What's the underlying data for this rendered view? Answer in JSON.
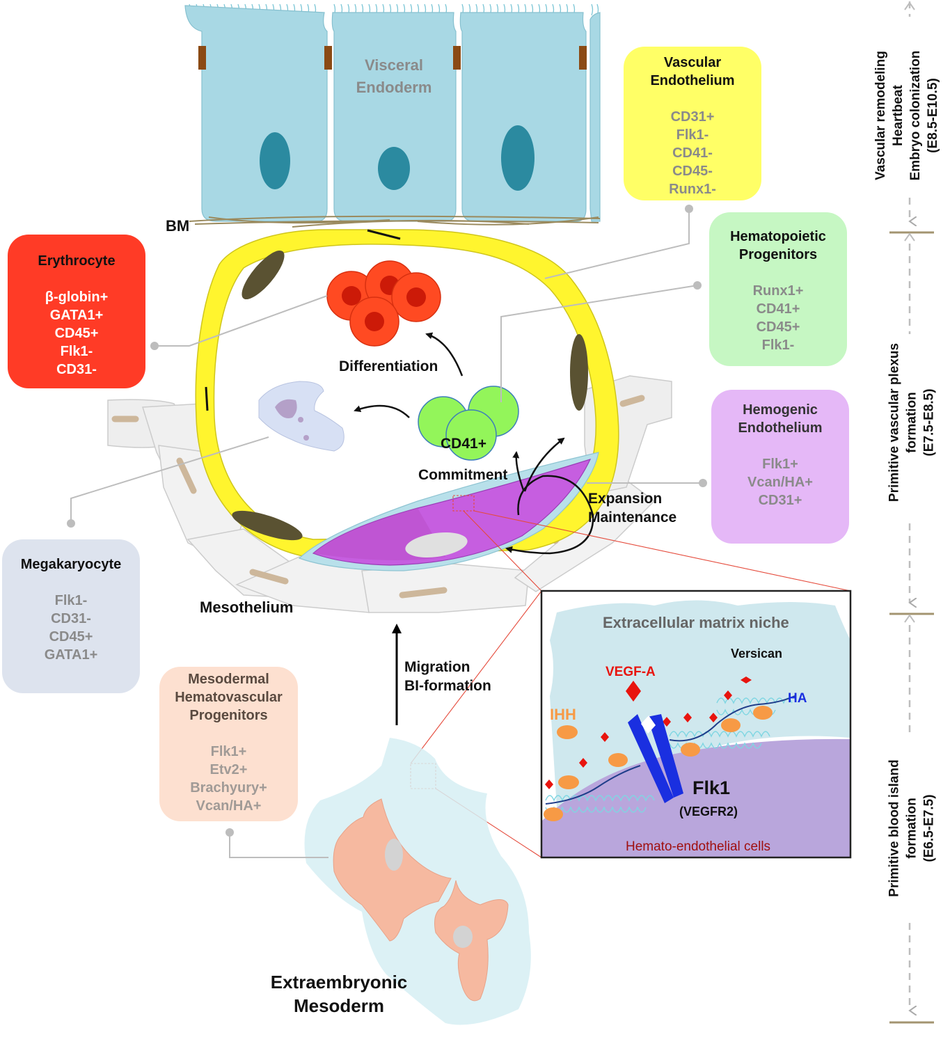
{
  "labels": {
    "visceral_endoderm": [
      "Visceral",
      "Endoderm"
    ],
    "bm": "BM",
    "differentiation": "Differentiation",
    "cd41": "CD41+",
    "commitment": "Commitment",
    "expansion": [
      "Expansion",
      "Maintenance"
    ],
    "mesothelium": "Mesothelium",
    "migration": [
      "Migration",
      "BI-formation"
    ],
    "extraembryonic": [
      "Extraembryonic",
      "Mesoderm"
    ]
  },
  "boxes": {
    "vascular_endothelium": {
      "title": [
        "Vascular",
        "Endothelium"
      ],
      "markers": [
        "CD31+",
        "Flk1-",
        "CD41-",
        "CD45-",
        "Runx1-"
      ],
      "color": "#ffff66"
    },
    "hematopoietic_progenitors": {
      "title": [
        "Hematopoietic",
        "Progenitors"
      ],
      "markers": [
        "Runx1+",
        "CD41+",
        "CD45+",
        "Flk1-"
      ],
      "color": "#c6f7c3"
    },
    "erythrocyte": {
      "title": [
        "Erythrocyte"
      ],
      "markers": [
        "β-globin+",
        "GATA1+",
        "CD45+",
        "Flk1-",
        "CD31-"
      ],
      "color": "#ff3b26"
    },
    "hemogenic_endothelium": {
      "title": [
        "Hemogenic",
        "Endothelium"
      ],
      "markers": [
        "Flk1+",
        "Vcan/HA+",
        "CD31+"
      ],
      "color": "#e5b8f7"
    },
    "megakaryocyte": {
      "title": [
        "Megakaryocyte"
      ],
      "markers": [
        "Flk1-",
        "CD31-",
        "CD45+",
        "GATA1+"
      ],
      "color": "#dde3ee"
    },
    "mesodermal": {
      "title": [
        "Mesodermal",
        "Hematovascular",
        "Progenitors"
      ],
      "markers": [
        "Flk1+",
        "Etv2+",
        "Brachyury+",
        "Vcan/HA+"
      ],
      "color": "#fde0d0"
    }
  },
  "inset": {
    "title": "Extracellular matrix niche",
    "versican": "Versican",
    "vegfa": "VEGF-A",
    "ha": "HA",
    "ihh": "IHH",
    "flk1": "Flk1",
    "vegfr2": "(VEGFR2)",
    "cells": "Hemato-endothelial cells"
  },
  "timeline": [
    {
      "lines": [
        "Vascular remodeling",
        "Heartbeat",
        "Embryo colonization",
        "(E8.5-E10.5)"
      ]
    },
    {
      "lines": [
        "Primitive vascular plexus",
        "formation",
        "(E7.5-E8.5)"
      ]
    },
    {
      "lines": [
        "Primitive blood island",
        "formation",
        "(E6.5-E7.5)"
      ]
    }
  ],
  "colors": {
    "endoderm": "#a8d8e4",
    "endoderm_nucleus": "#2b8aa0",
    "endothelium": "#fff52e",
    "erythrocyte": "#ff4a22",
    "progenitor": "#93f55a",
    "hemogenic": "#c65ee0",
    "mesoderm": "#f6b9a0",
    "niche": "#cfe8ee",
    "cell_membrane": "#b9a6dc",
    "timeline_bar": "#a39470",
    "vegfa": "#e8140e",
    "receptor": "#1a2fe0"
  }
}
